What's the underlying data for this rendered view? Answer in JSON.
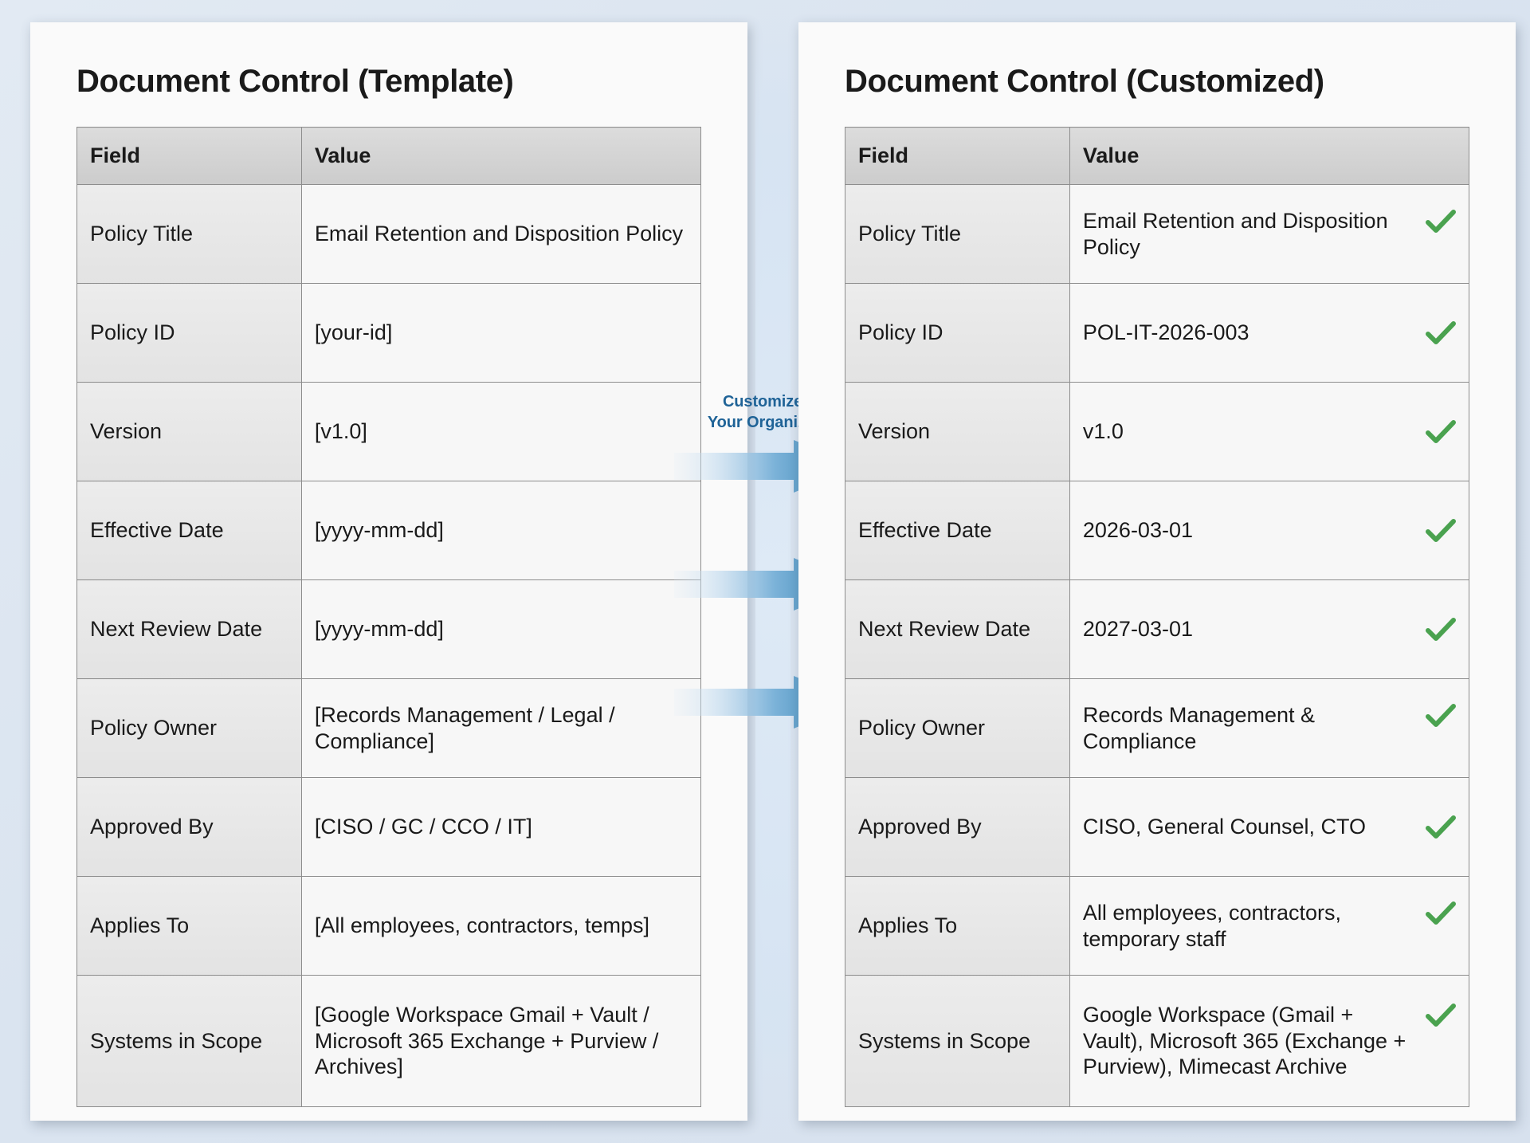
{
  "colors": {
    "background": "#dce5ef",
    "panel": "#fafafa",
    "placeholder_orange": "#bf7326",
    "check_green": "#4aa24f",
    "arrow_blue": "#2e7cb0",
    "cta_blue": "#1f6397",
    "header_gray": "#d4d4d4"
  },
  "left_panel": {
    "title": "Document Control (Template)",
    "columns": [
      "Field",
      "Value"
    ],
    "rows": [
      {
        "field": "Policy Title",
        "value": "Email Retention and Disposition Policy",
        "placeholder": false
      },
      {
        "field": "Policy ID",
        "value": "[your-id]",
        "placeholder": true
      },
      {
        "field": "Version",
        "value": "[v1.0]",
        "placeholder": true
      },
      {
        "field": "Effective Date",
        "value": "[yyyy-mm-dd]",
        "placeholder": true
      },
      {
        "field": "Next Review Date",
        "value": "[yyyy-mm-dd]",
        "placeholder": true
      },
      {
        "field": "Policy Owner",
        "value": "[Records Management / Legal / Compliance]",
        "placeholder": true
      },
      {
        "field": "Approved By",
        "value": "[CISO / GC / CCO / IT]",
        "placeholder": true
      },
      {
        "field": "Applies To",
        "value": "[All employees, contractors, temps]",
        "placeholder": true
      },
      {
        "field": "Systems in Scope",
        "value": "[Google Workspace Gmail + Vault / Microsoft 365 Exchange + Purview / Archives]",
        "placeholder": true
      }
    ]
  },
  "middle": {
    "cta_line1": "Customize for",
    "cta_line2": "Your Organization",
    "arrow_count": 3
  },
  "right_panel": {
    "title": "Document Control (Customized)",
    "columns": [
      "Field",
      "Value"
    ],
    "rows": [
      {
        "field": "Policy Title",
        "value": "Email Retention and Disposition Policy",
        "checked": true
      },
      {
        "field": "Policy ID",
        "value": "POL-IT-2026-003",
        "checked": true
      },
      {
        "field": "Version",
        "value": "v1.0",
        "checked": true
      },
      {
        "field": "Effective Date",
        "value": "2026-03-01",
        "checked": true
      },
      {
        "field": "Next Review Date",
        "value": "2027-03-01",
        "checked": true
      },
      {
        "field": "Policy Owner",
        "value": "Records Management & Compliance",
        "checked": true
      },
      {
        "field": "Approved By",
        "value": "CISO, General Counsel, CTO",
        "checked": true
      },
      {
        "field": "Applies To",
        "value": "All employees, contractors, temporary staff",
        "checked": true
      },
      {
        "field": "Systems in Scope",
        "value": "Google Workspace (Gmail + Vault), Microsoft 365 (Exchange + Purview), Mimecast Archive",
        "checked": true
      }
    ]
  }
}
